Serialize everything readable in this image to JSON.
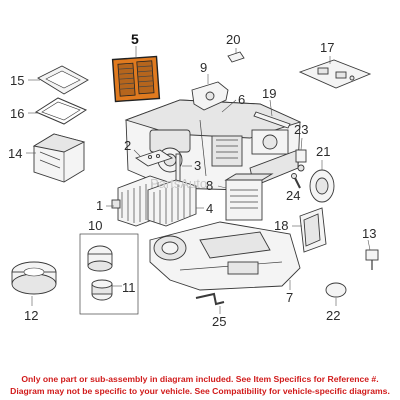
{
  "callouts": {
    "c1": "1",
    "c2": "2",
    "c3": "3",
    "c4": "4",
    "c5": "5",
    "c6": "6",
    "c7": "7",
    "c8": "8",
    "c9": "9",
    "c10": "10",
    "c11": "11",
    "c12": "12",
    "c13": "13",
    "c14": "14",
    "c15": "15",
    "c16": "16",
    "c17": "17",
    "c18": "18",
    "c19": "19",
    "c20": "20",
    "c21": "21",
    "c22": "22",
    "c23": "23",
    "c24": "24",
    "c25": "25"
  },
  "watermark": "PartsAuto",
  "highlight_color": "#e07a1f",
  "disclaimer": {
    "line1": "Only one part or sub-assembly in diagram included. See Item Specifics for Reference #.",
    "line2": "Diagram may not be specific to your vehicle. See Compatibility for vehicle-specific diagrams."
  }
}
